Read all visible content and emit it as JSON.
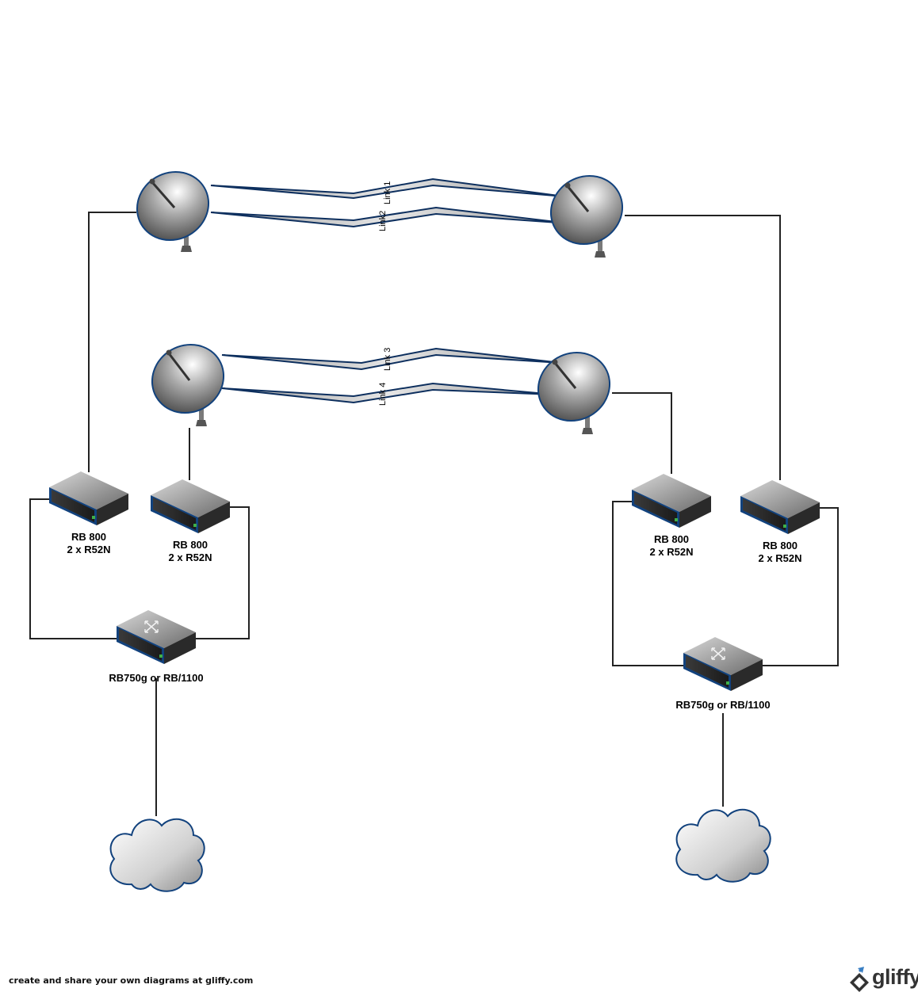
{
  "links": [
    {
      "id": "link-1",
      "label": "Link 1"
    },
    {
      "id": "link-2",
      "label": "Link2"
    },
    {
      "id": "link-3",
      "label": "Link 3"
    },
    {
      "id": "link-4",
      "label": "Link 4"
    }
  ],
  "routers": [
    {
      "id": "rb800-left-outer",
      "line1": "RB 800",
      "line2": "2 x R52N"
    },
    {
      "id": "rb800-left-inner",
      "line1": "RB 800",
      "line2": "2 x R52N"
    },
    {
      "id": "rb800-right-inner",
      "line1": "RB 800",
      "line2": "2 x R52N"
    },
    {
      "id": "rb800-right-outer",
      "line1": "RB 800",
      "line2": "2 x R52N"
    }
  ],
  "switches": [
    {
      "id": "switch-left",
      "label": "RB750g or RB/1100"
    },
    {
      "id": "switch-right",
      "label": "RB750g or RB/1100"
    }
  ],
  "footer": {
    "text": "create and share your own diagrams at gliffy.com",
    "brand": "gliffy"
  },
  "colors": {
    "link_stroke": "#0d2f5e",
    "link_fill": "#b8b8b8",
    "device_accent": "#12427d",
    "connector": "#222222"
  }
}
